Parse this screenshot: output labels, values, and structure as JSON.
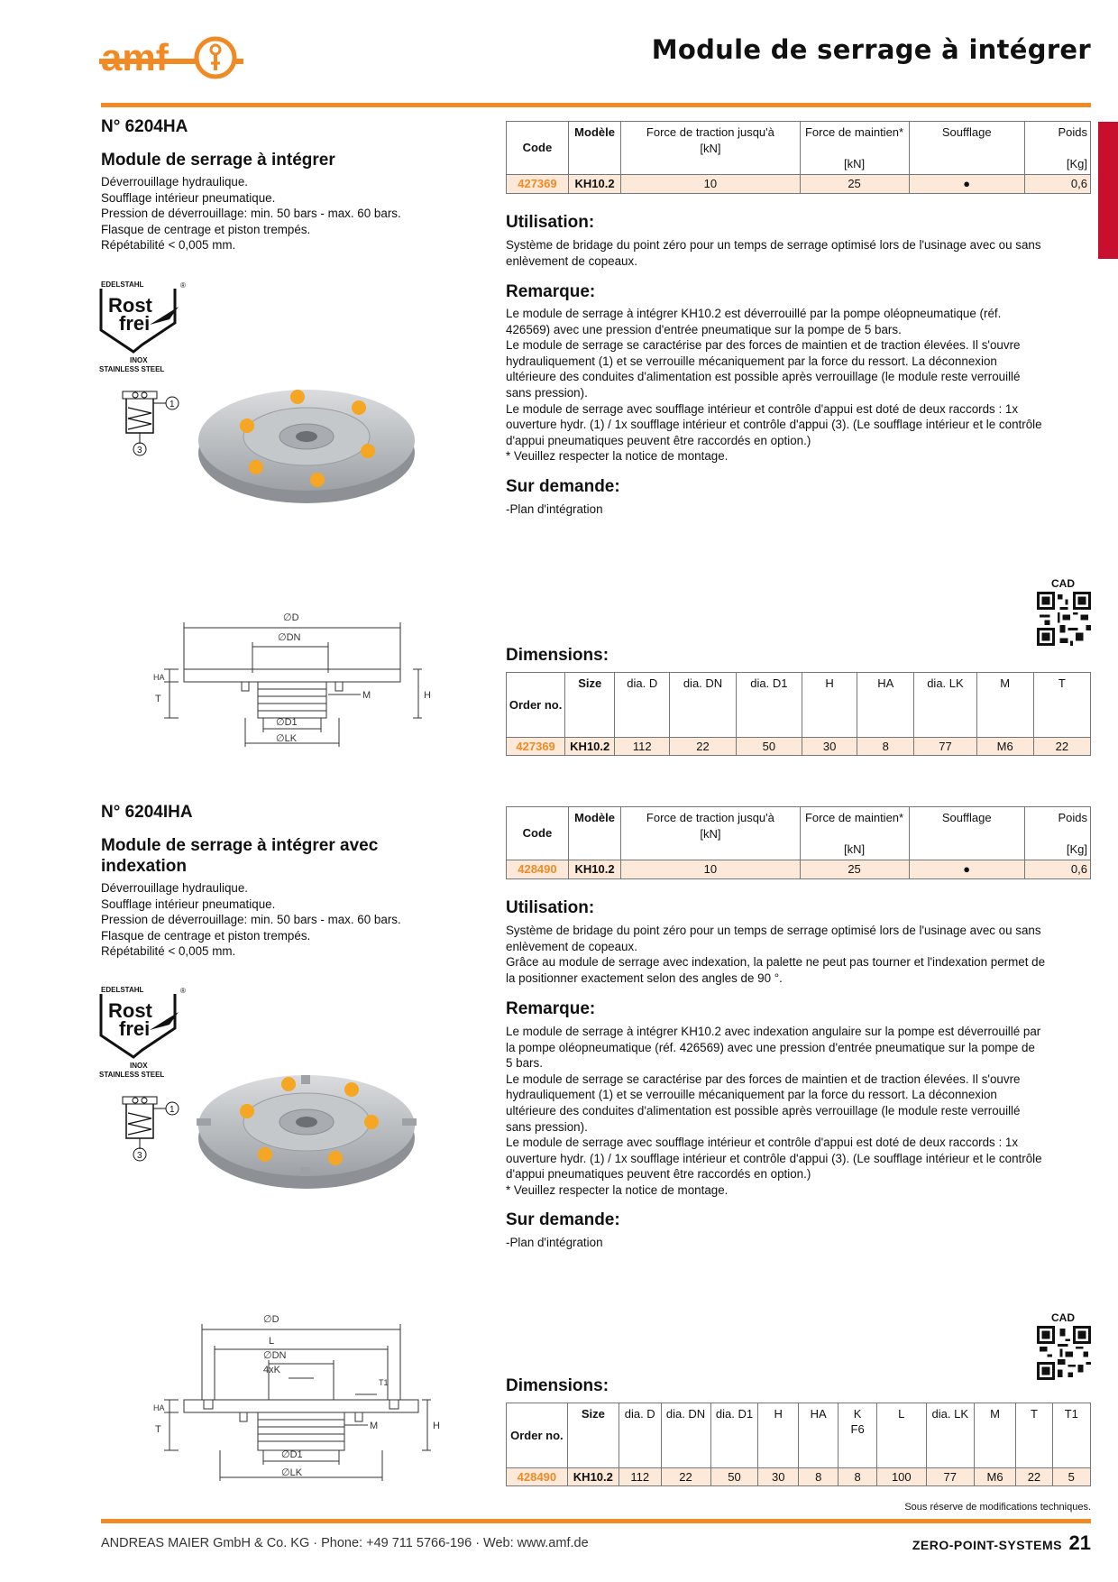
{
  "header": {
    "logo_text": "amf",
    "page_title": "Module de serrage à intégrer"
  },
  "products": [
    {
      "number": "N° 6204HA",
      "title": "Module de serrage à intégrer",
      "features": "Déverrouillage hydraulique.\nSoufflage intérieur pneumatique.\nPression de déverrouillage: min. 50 bars - max. 60 bars.\nFlasque de centrage et piston trempés.\nRépétabilité < 0,005 mm.",
      "spec_table": {
        "headers": [
          "Code",
          "Modèle",
          "Force de traction jusqu'à",
          "Force de maintien*",
          "Soufflage",
          "Poids"
        ],
        "units": [
          "[kN]",
          "[kN]",
          "[Kg]"
        ],
        "row": {
          "code": "427369",
          "model": "KH10.2",
          "traction": "10",
          "maintien": "25",
          "soufflage": "●",
          "poids": "0,6"
        }
      },
      "utilisation_heading": "Utilisation:",
      "utilisation": "Système de bridage du point zéro pour un temps de serrage optimisé lors de l'usinage avec ou sans\nenlèvement de copeaux.",
      "remarque_heading": "Remarque:",
      "remarque": "Le module de serrage à intégrer KH10.2 est déverrouillé par la pompe oléopneumatique (réf.\n426569) avec une pression d'entrée pneumatique sur la pompe de 5 bars.\nLe module de serrage se caractérise par des forces de maintien et de traction élevées. Il s'ouvre\nhydrauliquement (1) et se verrouille mécaniquement par la force du ressort. La déconnexion\nultérieure des conduites d'alimentation est possible après verrouillage (le module reste verrouillé\nsans pression).\nLe module de serrage avec soufflage intérieur et contrôle d'appui est doté de deux raccords : 1x\nouverture hydr. (1) / 1x soufflage intérieur et contrôle d'appui (3). (Le soufflage intérieur et le contrôle\nd'appui pneumatiques peuvent être raccordés en option.)\n* Veuillez respecter la notice de montage.",
      "demande_heading": "Sur demande:",
      "demande": "-Plan d'intégration",
      "cad_label": "CAD",
      "dimensions_heading": "Dimensions:",
      "dim_table": {
        "headers": [
          "Order no.",
          "Size",
          "dia. D",
          "dia. DN",
          "dia. D1",
          "H",
          "HA",
          "dia. LK",
          "M",
          "T"
        ],
        "row": [
          "427369",
          "KH10.2",
          "112",
          "22",
          "50",
          "30",
          "8",
          "77",
          "M6",
          "22"
        ]
      },
      "drawing_labels": {
        "d": "∅D",
        "dn": "∅DN",
        "d1": "∅D1",
        "lk": "∅LK",
        "m": "M",
        "h": "H",
        "ha": "HA",
        "t": "T"
      }
    },
    {
      "number": "N° 6204IHA",
      "title": "Module de serrage à intégrer avec\nindexation",
      "features": "Déverrouillage hydraulique.\nSoufflage intérieur pneumatique.\nPression de déverrouillage: min. 50 bars - max. 60 bars.\nFlasque de centrage et piston trempés.\nRépétabilité < 0,005 mm.",
      "spec_table": {
        "headers": [
          "Code",
          "Modèle",
          "Force de traction jusqu'à",
          "Force de maintien*",
          "Soufflage",
          "Poids"
        ],
        "units": [
          "[kN]",
          "[kN]",
          "[Kg]"
        ],
        "row": {
          "code": "428490",
          "model": "KH10.2",
          "traction": "10",
          "maintien": "25",
          "soufflage": "●",
          "poids": "0,6"
        }
      },
      "utilisation_heading": "Utilisation:",
      "utilisation": "Système de bridage du point zéro pour un temps de serrage optimisé lors de l'usinage avec ou sans\nenlèvement de copeaux.\nGrâce au module de serrage avec indexation, la palette ne peut pas tourner et l'indexation permet de\nla positionner exactement selon des angles de 90 °.",
      "remarque_heading": "Remarque:",
      "remarque": "Le module de serrage à intégrer KH10.2 avec indexation angulaire sur la pompe est déverrouillé par\nla pompe oléopneumatique (réf.  426569) avec une pression d'entrée pneumatique sur la pompe de\n5 bars.\nLe module de serrage se caractérise par des forces de maintien et de traction élevées. Il s'ouvre\nhydrauliquement (1) et se verrouille mécaniquement par la force du ressort. La déconnexion\nultérieure des conduites d'alimentation est possible après verrouillage (le module reste verrouillé\nsans pression).\nLe module de serrage avec soufflage intérieur et contrôle d'appui est doté de deux raccords : 1x\nouverture hydr. (1) / 1x soufflage intérieur et contrôle d'appui (3). (Le soufflage intérieur et le contrôle\nd'appui pneumatiques peuvent être raccordés en option.)\n* Veuillez respecter la notice de montage.",
      "demande_heading": "Sur demande:",
      "demande": "-Plan d'intégration",
      "cad_label": "CAD",
      "dimensions_heading": "Dimensions:",
      "dim_table": {
        "headers": [
          "Order no.",
          "Size",
          "dia. D",
          "dia. DN",
          "dia. D1",
          "H",
          "HA",
          "K F6",
          "L",
          "dia. LK",
          "M",
          "T",
          "T1"
        ],
        "row": [
          "428490",
          "KH10.2",
          "112",
          "22",
          "50",
          "30",
          "8",
          "8",
          "100",
          "77",
          "M6",
          "22",
          "5"
        ]
      },
      "drawing_labels": {
        "d": "∅D",
        "l": "L",
        "dn": "∅DN",
        "k": "4xK",
        "d1": "∅D1",
        "lk": "∅LK",
        "m": "M",
        "h": "H",
        "ha": "HA",
        "t": "T",
        "t1": "T1"
      }
    }
  ],
  "badge": {
    "top": "EDELSTAHL",
    "line1": "Rost",
    "line2": "frei",
    "registered": "®",
    "bottom1": "INOX",
    "bottom2": "STAINLESS STEEL"
  },
  "schematic": {
    "port1": "1",
    "port3": "3"
  },
  "footer": {
    "note": "Sous réserve de modifications techniques.",
    "company": "ANDREAS MAIER GmbH & Co. KG · Phone: +49 711 5766-196 · Web: www.amf.de",
    "series": "ZERO-POINT-SYSTEMS",
    "page": "21"
  },
  "colors": {
    "accent": "#f08a24",
    "tab": "#c8102e",
    "row_bg": "#fde9d9"
  }
}
